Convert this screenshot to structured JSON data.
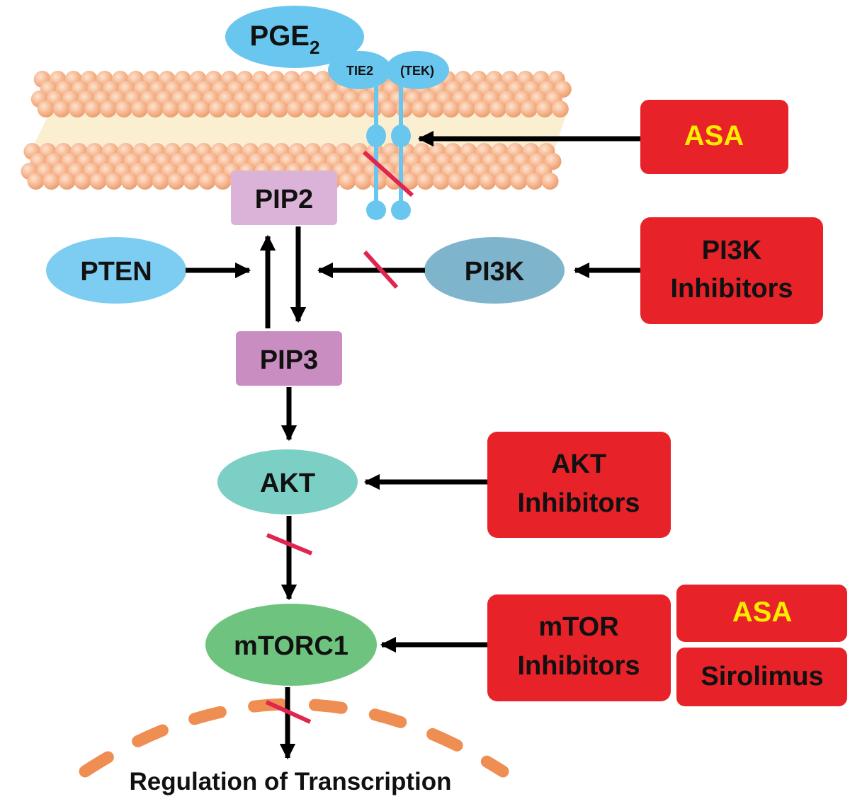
{
  "colors": {
    "membrane_bead": "#f6b48c",
    "membrane_tail": "#f8eac2",
    "receptor": "#69c6ee",
    "pge2": "#69c6ee",
    "pten": "#7dcdf2",
    "pi3k": "#7fb5cc",
    "pip2": "#dcb3d8",
    "pip3": "#c98dc2",
    "akt": "#7ccfc4",
    "mtorc1": "#6ec47f",
    "inhibitor_box": "#e82229",
    "inhibitor_text_yellow": "#ffec00",
    "block_mark": "#e0254e",
    "nucleus_dash": "#ef8e52",
    "arrow": "#000000"
  },
  "nodes": {
    "pge": {
      "main": "PGE",
      "sub": "2"
    },
    "tie2": "TIE2",
    "tek": "(TEK)",
    "pip2": "PIP2",
    "pip3": "PIP3",
    "pten": "PTEN",
    "pi3k": "PI3K",
    "akt": "AKT",
    "mtorc1": "mTORC1"
  },
  "inhibitors": {
    "asa_top": "ASA",
    "pi3k": [
      "PI3K",
      "Inhibitors"
    ],
    "akt": [
      "AKT",
      "Inhibitors"
    ],
    "mtor": [
      "mTOR",
      "Inhibitors"
    ],
    "asa_bottom": "ASA",
    "sirolimus": "Sirolimus"
  },
  "footer": {
    "label": "Regulation of Transcription"
  }
}
